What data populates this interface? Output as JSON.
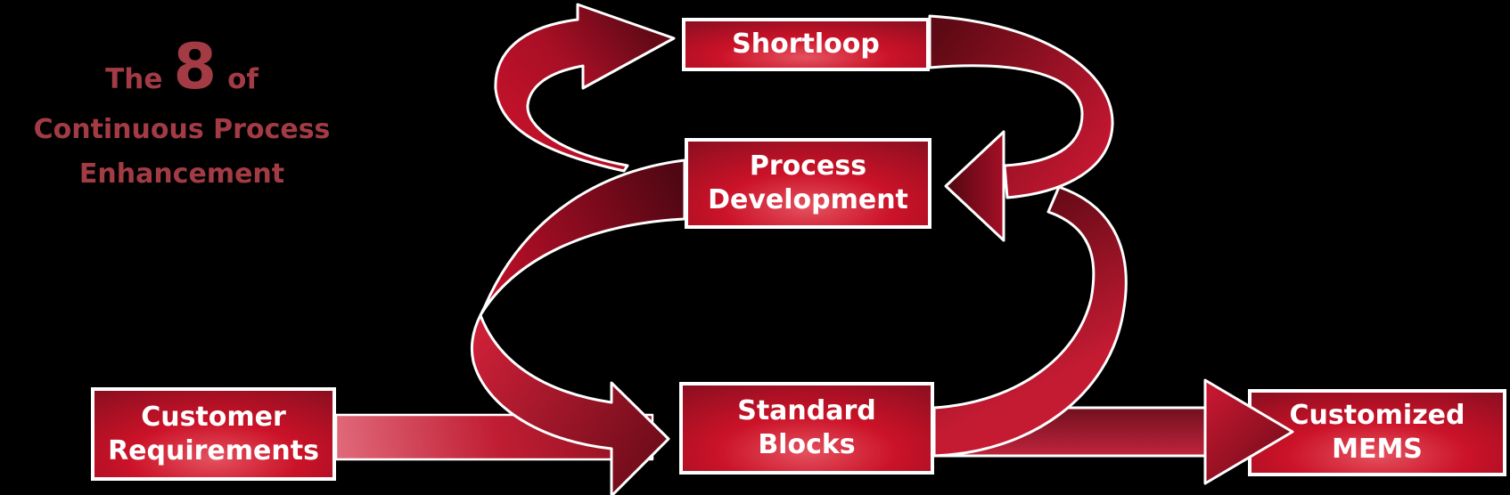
{
  "title": {
    "line1_prefix": "The",
    "line1_number": "8",
    "line1_suffix": "of",
    "line2": "Continuous Process",
    "line3": "Enhancement"
  },
  "nodes": {
    "shortloop": {
      "label": "Shortloop"
    },
    "process_development": {
      "label_line1": "Process",
      "label_line2": "Development"
    },
    "standard_blocks": {
      "label_line1": "Standard",
      "label_line2": "Blocks"
    },
    "customer_requirements": {
      "label_line1": "Customer",
      "label_line2": "Requirements"
    },
    "customized_mems": {
      "label_line1": "Customized",
      "label_line2": "MEMS"
    }
  },
  "arrows": [
    {
      "from": "Customer Requirements",
      "to": "Standard Blocks",
      "style": "straight-band"
    },
    {
      "from": "Standard Blocks",
      "to": "Customized MEMS",
      "style": "straight-band-with-head"
    },
    {
      "from": "Process Development",
      "to": "Shortloop",
      "style": "loop-ribbon-upper-left"
    },
    {
      "from": "Shortloop",
      "to": "Process Development",
      "style": "loop-ribbon-upper-right"
    },
    {
      "from": "Process Development",
      "to": "Standard Blocks",
      "style": "loop-ribbon-lower-left"
    },
    {
      "from": "Standard Blocks",
      "to": "Process Development",
      "style": "loop-ribbon-lower-right"
    }
  ],
  "colors": {
    "background": "#000000",
    "title_text": "#a33b45",
    "box_text": "#ffffff",
    "outline": "#ffffff",
    "box_center": "#cb1228",
    "box_glow": "#e4525f",
    "box_mid": "#8a0e20",
    "box_edge": "#570812",
    "ribbon_bright": "#c8122c",
    "ribbon_dark": "#5f0a16"
  }
}
